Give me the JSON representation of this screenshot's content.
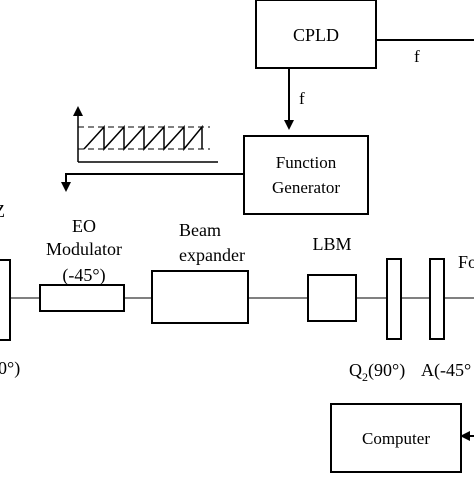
{
  "blocks": {
    "cpld": "CPLD",
    "function_generator": [
      "Function",
      "Generator"
    ],
    "computer": "Computer"
  },
  "signals": {
    "f_right": "f",
    "f_down": "f"
  },
  "optics": {
    "eo_modulator": [
      "EO",
      "Modulator",
      "(-45°)"
    ],
    "beam_expander": [
      "Beam",
      "expander"
    ],
    "lbm": "LBM",
    "q2": {
      "main": "Q",
      "sub": "2",
      "angle": "(90°)"
    },
    "analyzer": "A(-45°",
    "left_partial_angle": "0°)",
    "left_partial_letter": "Z",
    "right_partial": "Fo"
  }
}
